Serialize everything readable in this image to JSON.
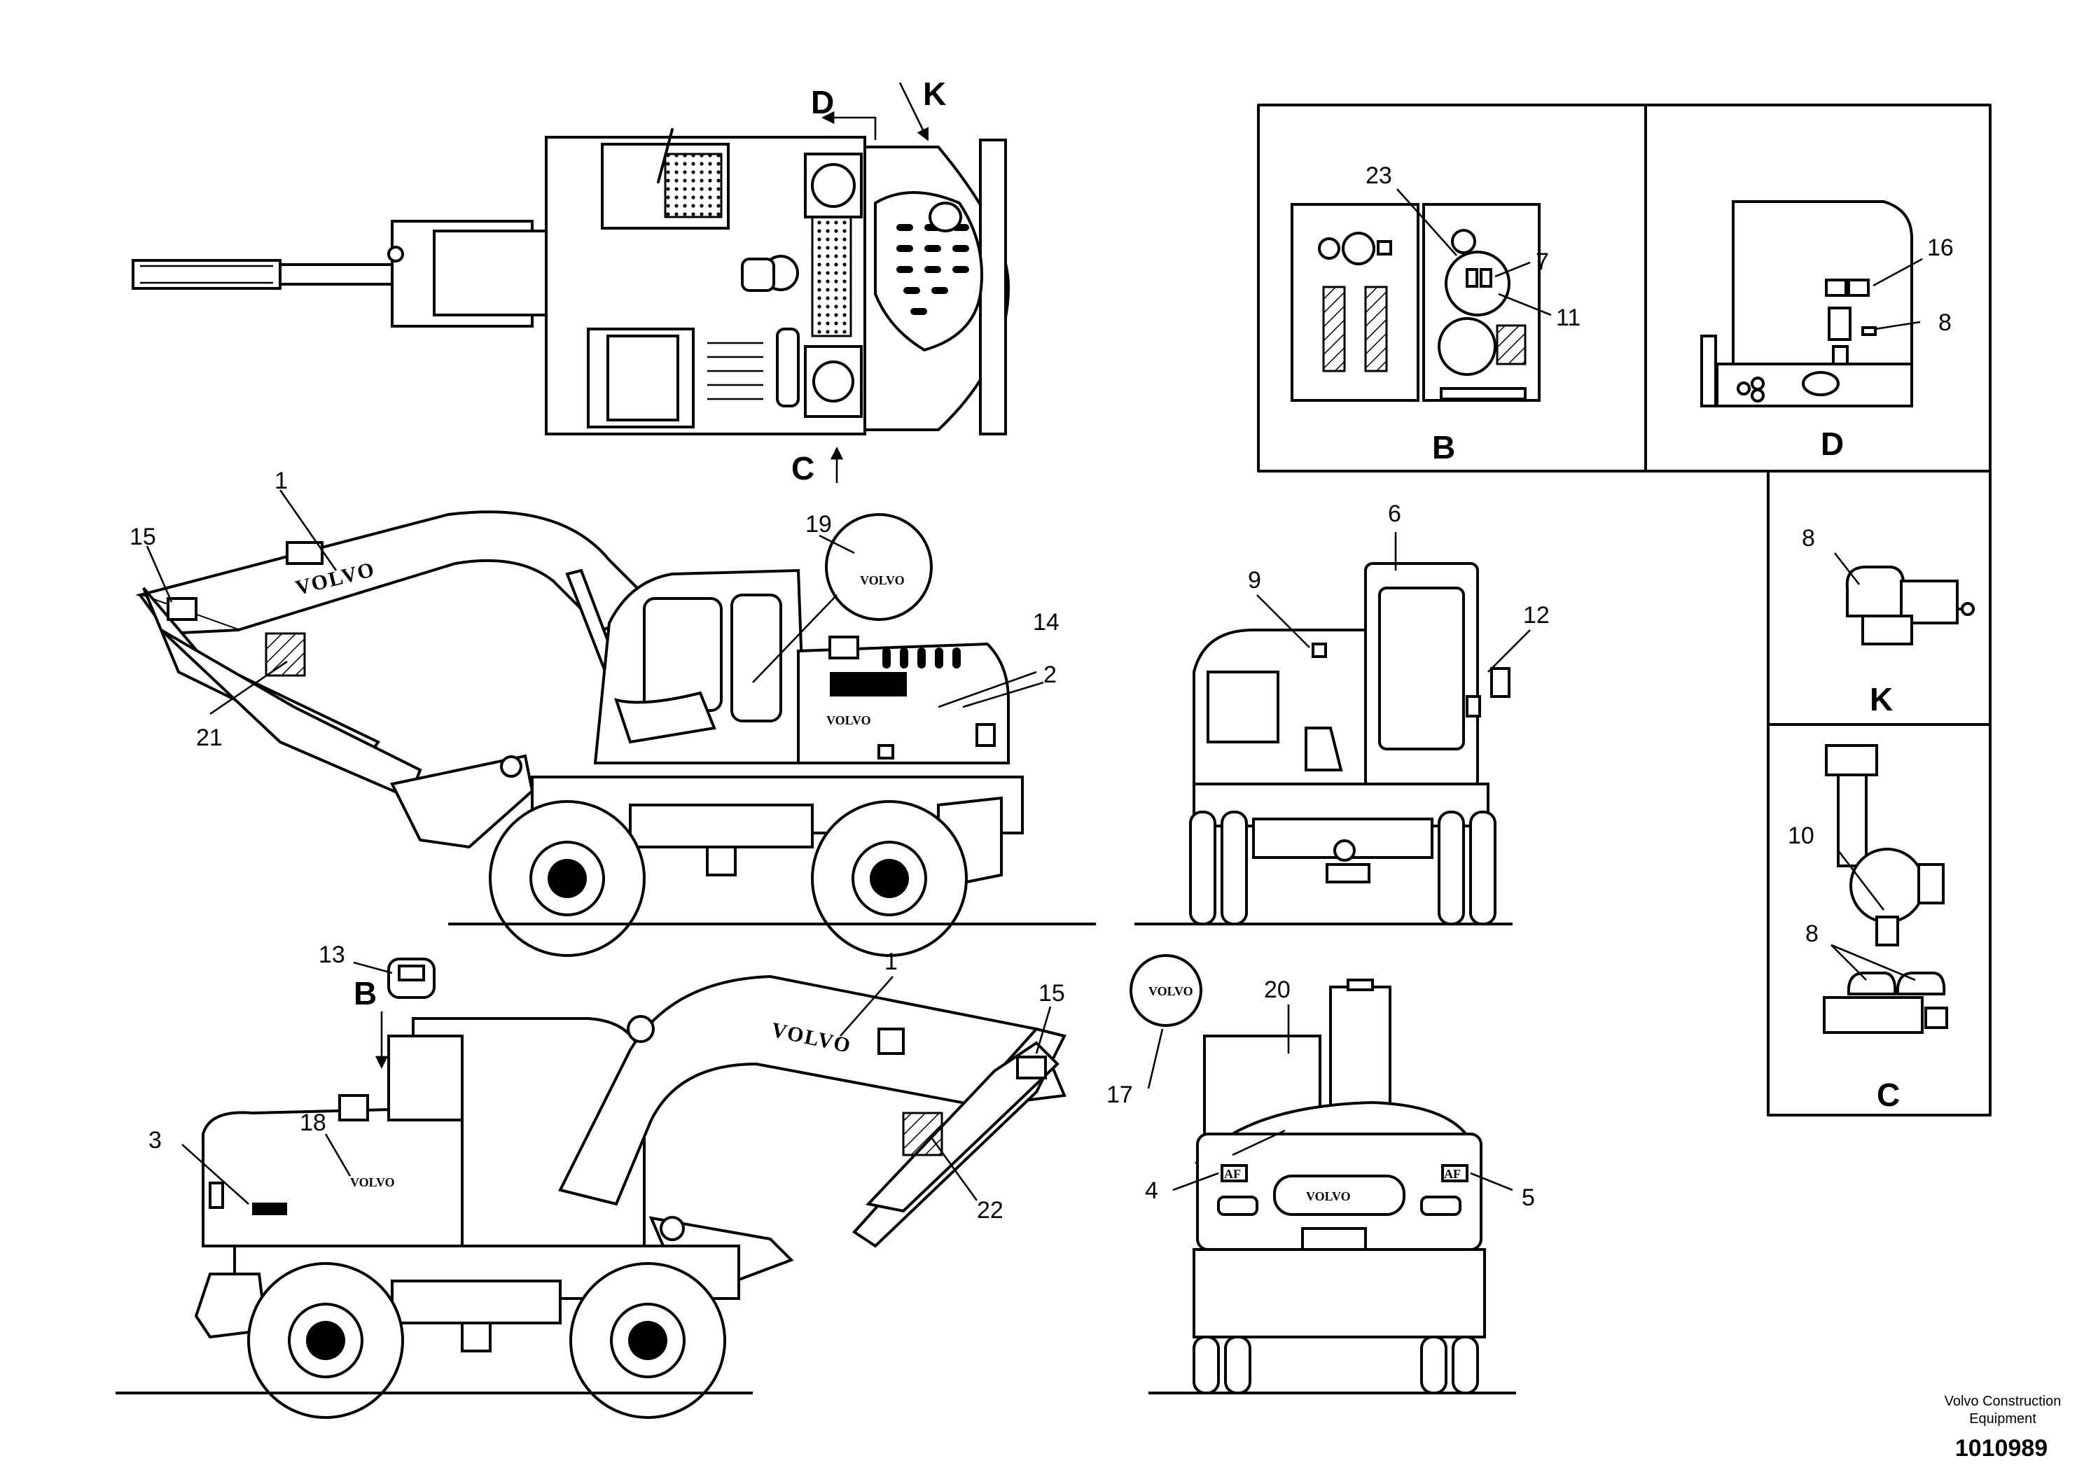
{
  "callouts": {
    "c1a": "1",
    "c1b": "1",
    "c2": "2",
    "c3": "3",
    "c4": "4",
    "c5": "5",
    "c6": "6",
    "c7": "7",
    "c8a": "8",
    "c8b": "8",
    "c8c": "8",
    "c9": "9",
    "c10": "10",
    "c11": "11",
    "c12": "12",
    "c13": "13",
    "c14": "14",
    "c15a": "15",
    "c15b": "15",
    "c16": "16",
    "c17": "17",
    "c18": "18",
    "c19": "19",
    "c20": "20",
    "c21": "21",
    "c22": "22",
    "c23": "23"
  },
  "view_labels": {
    "top_arrow_d": "D",
    "top_arrow_k": "K",
    "top_arrow_c": "C",
    "side_arrow_b": "B",
    "panel_b": "B",
    "panel_d": "D",
    "panel_k": "K",
    "panel_c": "C"
  },
  "decals": {
    "brand": "VOLVO",
    "warning_tag": "AF"
  },
  "footer": {
    "company_line1": "Volvo Construction",
    "company_line2": "Equipment",
    "drawing_number": "1010989"
  }
}
